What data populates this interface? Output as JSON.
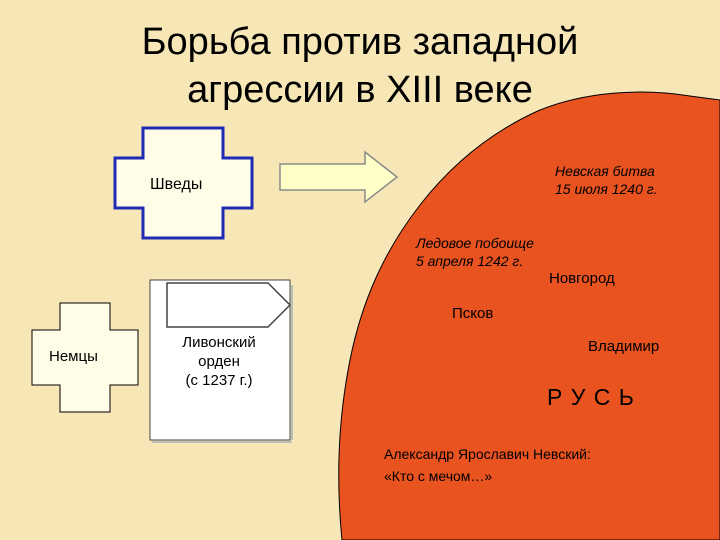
{
  "title": {
    "line1": "Борьба против западной",
    "line2": "агрессии в XIII веке"
  },
  "colors": {
    "background": "#f7e6b6",
    "territory": "#e8531f",
    "cross_fill": "#fffde8",
    "cross_border_blue": "#1f2bb5",
    "arrow_fill": "#ffffc8"
  },
  "nodes": {
    "swedes": "Шведы",
    "germans": "Немцы",
    "order_line1": "Ливонский",
    "order_line2": "орден",
    "order_line3": "(с 1237 г.)"
  },
  "battles": {
    "neva_line1": "Невская битва",
    "neva_line2": "15 июля 1240 г.",
    "ice_line1": "Ледовое побоище",
    "ice_line2": "5 апреля 1242 г."
  },
  "cities": {
    "novgorod": "Новгород",
    "pskov": "Псков",
    "vladimir": "Владимир"
  },
  "rus": "Р У С Ь",
  "quote": {
    "line1": "Александр Ярославич Невский:",
    "line2": "«Кто с мечом…»"
  }
}
